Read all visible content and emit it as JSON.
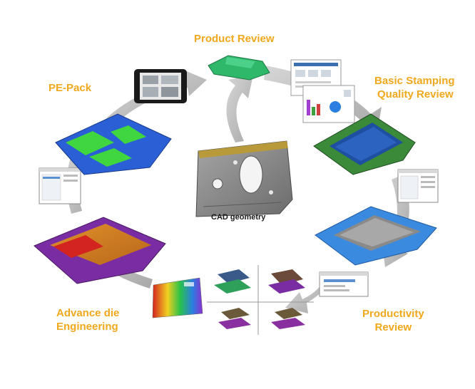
{
  "diagram": {
    "center": {
      "caption": "CAD geometry"
    },
    "stages": [
      {
        "id": "product-review",
        "lines": [
          "Product Review"
        ]
      },
      {
        "id": "basic-stamping",
        "lines": [
          "Basic Stamping",
          "Quality Review"
        ]
      },
      {
        "id": "productivity",
        "lines": [
          "Productivity",
          "Review"
        ]
      },
      {
        "id": "advance-die",
        "lines": [
          "Advance die",
          "Engineering"
        ]
      },
      {
        "id": "pe-pack",
        "lines": [
          "PE-Pack"
        ]
      }
    ]
  },
  "colors": {
    "label": "#f0a81c",
    "arrow": "#bdbdbd",
    "arrow_shade": "#9e9e9e",
    "cad_part": "#8c8c8c",
    "green_part": "#3fd63f",
    "blue_part": "#2a5fd6",
    "purple_part": "#7a2da3",
    "orange_part": "#e07a1c",
    "red_part": "#d3241f"
  }
}
